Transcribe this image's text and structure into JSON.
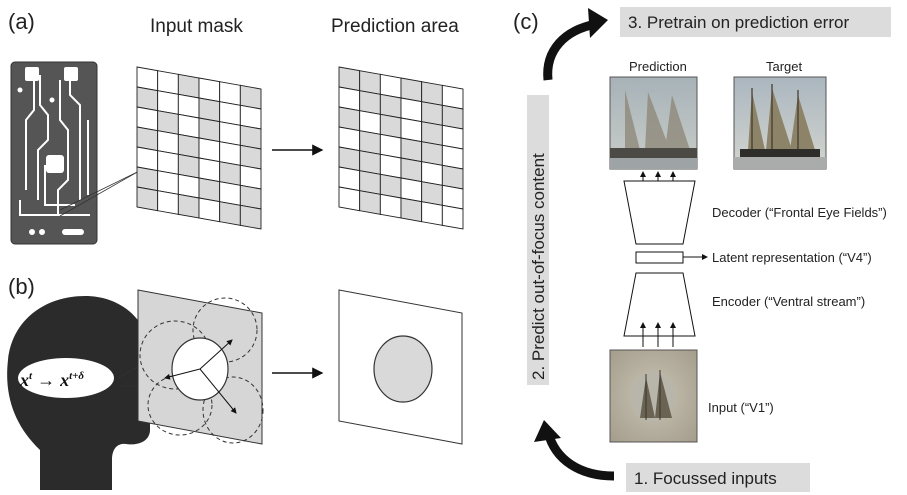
{
  "panels": {
    "a": {
      "tag": "(a)",
      "left_title": "Input mask",
      "right_title": "Prediction area"
    },
    "b": {
      "tag": "(b)",
      "formula_from": "x",
      "formula_sup_from": "t",
      "formula_arrow": "→",
      "formula_to": "x",
      "formula_sup_to": "t+δ"
    },
    "c": {
      "tag": "(c)",
      "step3": "3. Pretrain on prediction error",
      "step2": "2. Predict out-of-focus content",
      "step1": "1. Focussed inputs",
      "prediction_label": "Prediction",
      "target_label": "Target",
      "decoder_label": "Decoder (“Frontal Eye Fields”)",
      "latent_label": "Latent representation (“V4”)",
      "encoder_label": "Encoder (“Ventral stream”)",
      "input_label": "Input (“V1”)"
    }
  },
  "grid_masks": {
    "input_mask": [
      [
        0,
        0,
        1,
        0,
        0,
        1
      ],
      [
        1,
        0,
        0,
        1,
        0,
        0
      ],
      [
        0,
        1,
        0,
        1,
        0,
        1
      ],
      [
        1,
        0,
        1,
        0,
        0,
        1
      ],
      [
        0,
        0,
        1,
        0,
        1,
        0
      ],
      [
        1,
        0,
        0,
        1,
        0,
        1
      ],
      [
        1,
        0,
        1,
        0,
        1,
        1
      ]
    ],
    "prediction_area": [
      [
        1,
        1,
        0,
        1,
        1,
        0
      ],
      [
        0,
        1,
        1,
        0,
        1,
        1
      ],
      [
        1,
        0,
        1,
        0,
        1,
        0
      ],
      [
        0,
        1,
        0,
        1,
        1,
        0
      ],
      [
        1,
        1,
        0,
        1,
        0,
        1
      ],
      [
        0,
        1,
        1,
        0,
        1,
        0
      ],
      [
        0,
        1,
        0,
        1,
        0,
        0
      ]
    ]
  },
  "colors": {
    "cell_fill": "#d9d9d9",
    "panel_gray": "#d6d6d6",
    "chip_gray": "#555555",
    "head": "#2b2b2b",
    "step_box": "#dcdcdc"
  }
}
